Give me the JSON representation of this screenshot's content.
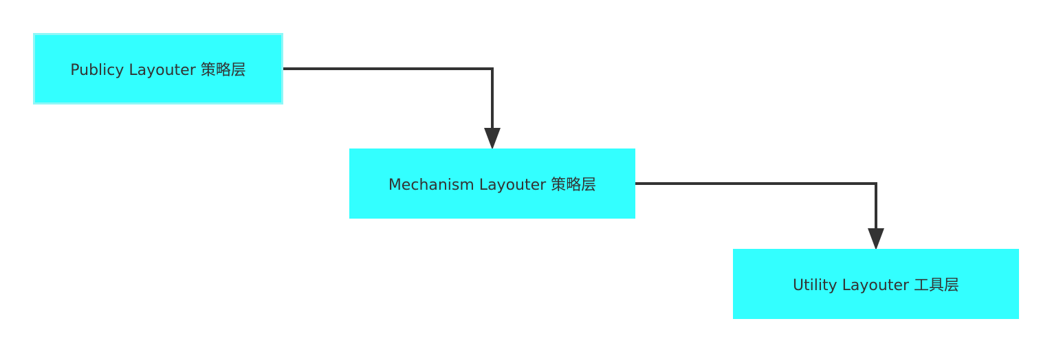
{
  "diagram": {
    "nodes": [
      {
        "id": "policy",
        "label": "Publicy Layouter 策略层",
        "color": "#33ffff"
      },
      {
        "id": "mechanism",
        "label": "Mechanism Layouter 策略层",
        "color": "#33ffff"
      },
      {
        "id": "utility",
        "label": "Utility Layouter 工具层",
        "color": "#33ffff"
      }
    ],
    "edges": [
      {
        "from": "policy",
        "to": "mechanism"
      },
      {
        "from": "mechanism",
        "to": "utility"
      }
    ],
    "edge_color": "#333333"
  }
}
